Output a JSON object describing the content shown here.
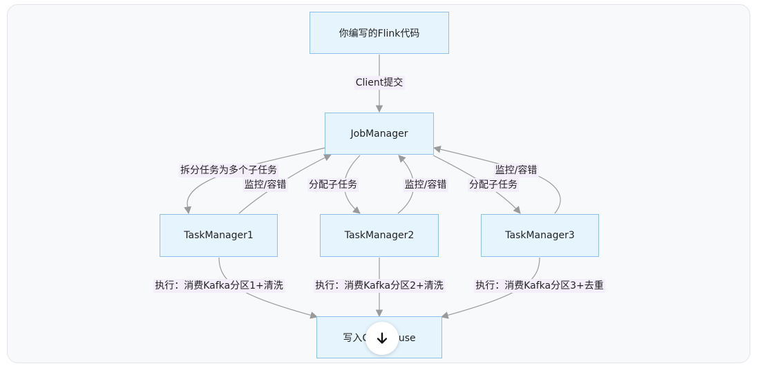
{
  "nodes": {
    "code": "你编写的Flink代码",
    "jobmanager": "JobManager",
    "tm1": "TaskManager1",
    "tm2": "TaskManager2",
    "tm3": "TaskManager3",
    "sink": "写入ClickHouse"
  },
  "edges": {
    "client_submit": "Client提交",
    "split_tasks": "拆分任务为多个子任务",
    "monitor_tm1": "监控/容错",
    "assign_tm2": "分配子任务",
    "monitor_tm2": "监控/容错",
    "assign_tm3": "分配子任务",
    "monitor_tm3": "监控/容错",
    "exec_tm1": "执行：消费Kafka分区1+清洗",
    "exec_tm2": "执行：消费Kafka分区2+清洗",
    "exec_tm3": "执行：消费Kafka分区3+去重"
  },
  "icons": {
    "scroll_down": "arrow-down-icon"
  },
  "colors": {
    "node_fill": "#e6f4fd",
    "node_border": "#8cc0ea",
    "edge_label_bg": "#f4eefa",
    "edge_stroke": "#9a9a9a"
  }
}
